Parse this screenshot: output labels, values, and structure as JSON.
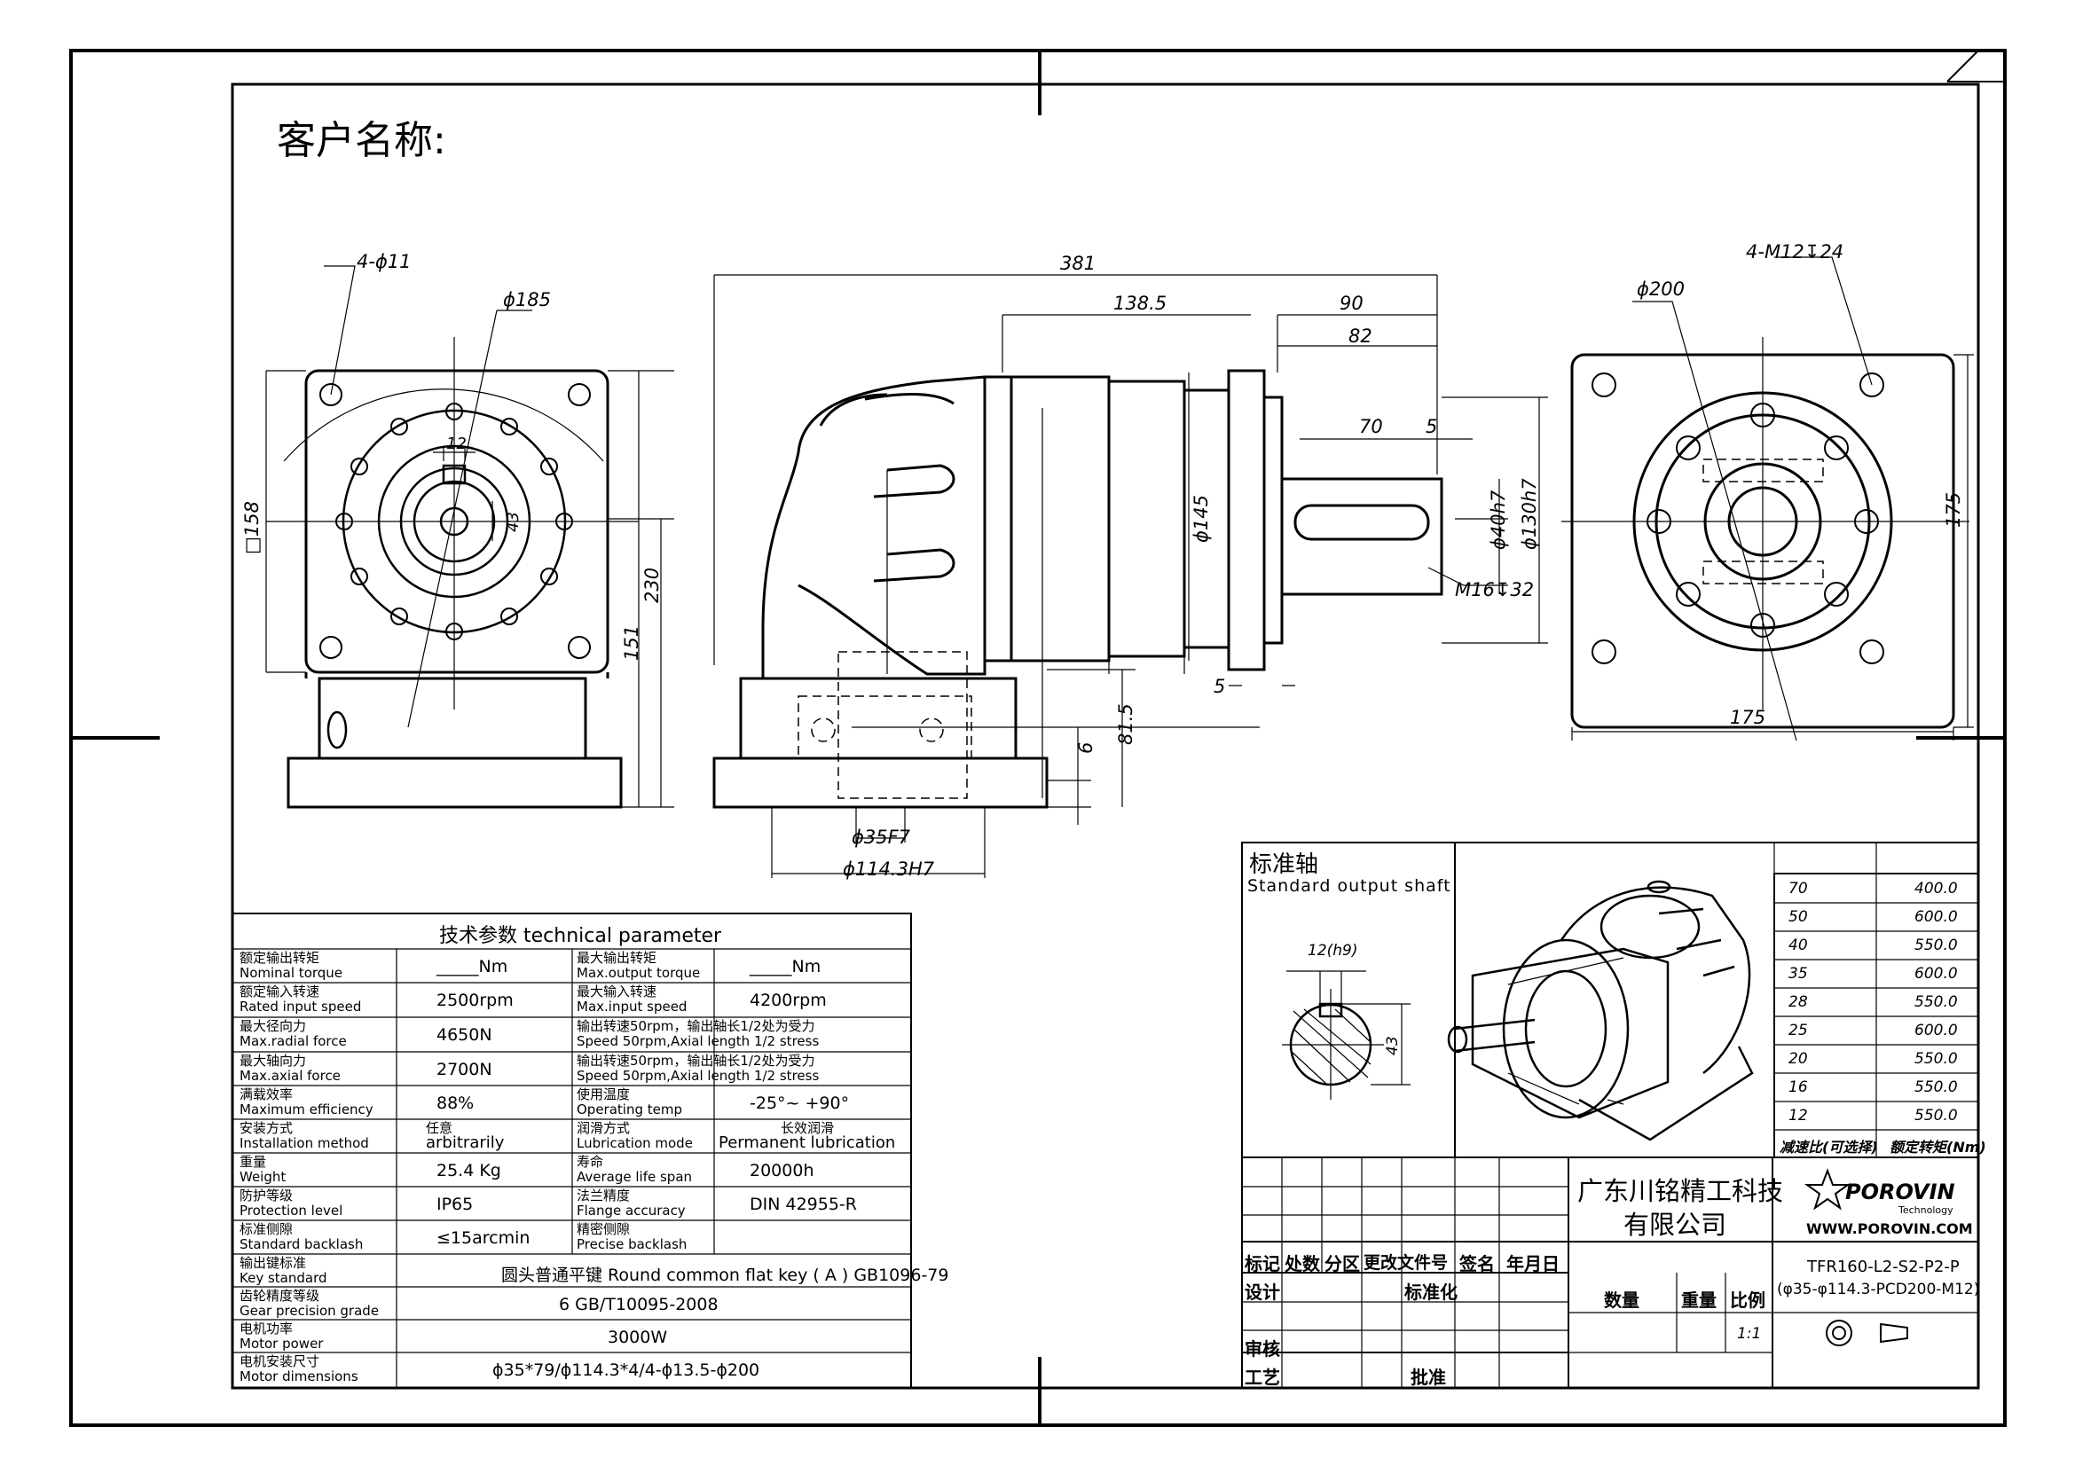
{
  "customer": {
    "label": "客户名称:"
  },
  "dims": {
    "hole4": "4-ϕ11",
    "pcd_left": "ϕ185",
    "square": "□158",
    "key12": "12",
    "key43": "43",
    "h230": "230",
    "h151": "151",
    "overall": "381",
    "mid": "138.5",
    "d90": "90",
    "d82": "82",
    "d70": "70",
    "d5a": "5",
    "d145": "ϕ145",
    "d40": "ϕ40h7",
    "d130": "ϕ130h7",
    "m16": "M16↧32",
    "d5b": "5",
    "d6": "6",
    "d815": "81.5",
    "d35f7": "ϕ35F7",
    "d1143": "ϕ114.3H7",
    "d200": "ϕ200",
    "m12": "4-M12↧24",
    "w175": "175",
    "h175": "175"
  },
  "shaft": {
    "title_cn": "标准轴",
    "title_en": "Standard output shaft",
    "key": "12(h9)",
    "height": "43"
  },
  "ratio_table": {
    "rows": [
      {
        "ratio": "70",
        "torque": "400.0"
      },
      {
        "ratio": "50",
        "torque": "600.0"
      },
      {
        "ratio": "40",
        "torque": "550.0"
      },
      {
        "ratio": "35",
        "torque": "600.0"
      },
      {
        "ratio": "28",
        "torque": "550.0"
      },
      {
        "ratio": "25",
        "torque": "600.0"
      },
      {
        "ratio": "20",
        "torque": "550.0"
      },
      {
        "ratio": "16",
        "torque": "550.0"
      },
      {
        "ratio": "12",
        "torque": "550.0"
      }
    ],
    "h_ratio": "减速比(可选择)",
    "h_torque": "额定转矩(Nm)"
  },
  "tech": {
    "title": "技术参数   technical  parameter",
    "rows": [
      {
        "l_cn": "额定输出转矩",
        "l_en": "Nominal  torque",
        "l_val": "_____Nm",
        "r_cn": "最大输出转矩",
        "r_en": "Max.output  torque",
        "r_val": "_____Nm"
      },
      {
        "l_cn": "额定输入转速",
        "l_en": "Rated  input  speed",
        "l_val": "2500rpm",
        "r_cn": "最大输入转速",
        "r_en": "Max.input  speed",
        "r_val": "4200rpm"
      },
      {
        "l_cn": "最大径向力",
        "l_en": "Max.radial  force",
        "l_val": "4650N",
        "r_cn": "输出转速50rpm，输出轴长1/2处为受力",
        "r_en": "Speed  50rpm,Axial  length  1/2  stress",
        "r_val": ""
      },
      {
        "l_cn": "最大轴向力",
        "l_en": "Max.axial  force",
        "l_val": "2700N",
        "r_cn": "输出转速50rpm，输出轴长1/2处为受力",
        "r_en": "Speed  50rpm,Axial  length  1/2  stress",
        "r_val": ""
      },
      {
        "l_cn": "满载效率",
        "l_en": "Maximum  efficiency",
        "l_val": "88%",
        "r_cn": "使用温度",
        "r_en": "Operating  temp",
        "r_val": "-25°~  +90°"
      },
      {
        "l_cn": "安装方式",
        "l_en": "Installation  method",
        "l_val": "arbitrarily",
        "l_val_cn": "任意",
        "r_cn": "润滑方式",
        "r_en": "Lubrication  mode",
        "r_val": "Permanent  lubrication",
        "r_val_cn": "长效润滑"
      },
      {
        "l_cn": "重量",
        "l_en": "Weight",
        "l_val": "25.4  Kg",
        "r_cn": "寿命",
        "r_en": "Average  life  span",
        "r_val": "20000h"
      },
      {
        "l_cn": "防护等级",
        "l_en": "Protection  level",
        "l_val": "IP65",
        "r_cn": "法兰精度",
        "r_en": "Flange  accuracy",
        "r_val": "DIN  42955-R"
      },
      {
        "l_cn": "标准侧隙",
        "l_en": "Standard  backlash",
        "l_val": "≤15arcmin",
        "r_cn": "精密侧隙",
        "r_en": "Precise  backlash",
        "r_val": ""
      }
    ],
    "wide_rows": [
      {
        "cn": "输出键标准",
        "en": "Key  standard",
        "val": "圆头普通平键 Round  common  flat  key ( A ) GB1096-79"
      },
      {
        "cn": "齿轮精度等级",
        "en": "Gear  precision  grade",
        "val": "6  GB/T10095-2008"
      },
      {
        "cn": "电机功率",
        "en": "Motor  power",
        "val": "3000W"
      },
      {
        "cn": "电机安装尺寸",
        "en": "Motor    dimensions",
        "val": "ϕ35*79/ϕ114.3*4/4-ϕ13.5-ϕ200"
      }
    ]
  },
  "title_block": {
    "company_line1": "广东川铭精工科技",
    "company_line2": "有限公司",
    "logo_text": "POROVIN",
    "logo_sub": "Technology",
    "website": "WWW.POROVIN.COM",
    "model_line1": "TFR160-L2-S2-P2-P",
    "model_line2": "(φ35-φ114.3-PCD200-M12)",
    "h_mark": "标记",
    "h_count": "处数",
    "h_zone": "分区",
    "h_change": "更改文件号",
    "h_sign": "签名",
    "h_date": "年月日",
    "design": "设计",
    "standard": "标准化",
    "review": "审核",
    "process": "工艺",
    "approve": "批准",
    "qty": "数量",
    "weight": "重量",
    "scale": "比例",
    "scale_val": "1:1"
  }
}
